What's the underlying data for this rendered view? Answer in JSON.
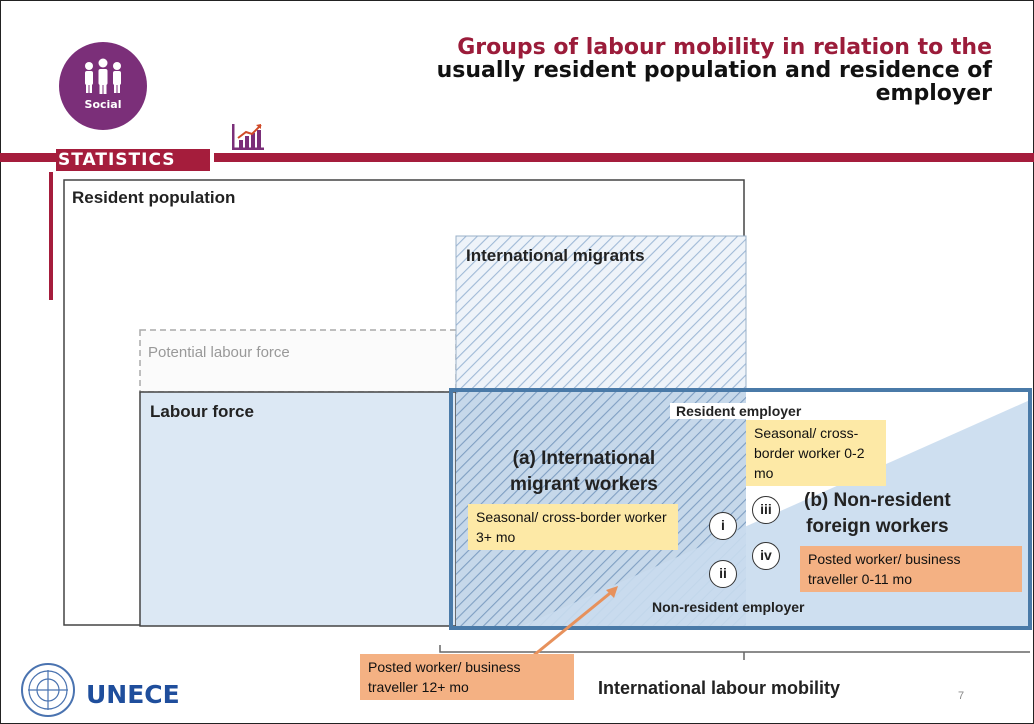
{
  "header": {
    "title_lines": [
      "Groups of labour mobility in relation to the",
      "usually resident population and residence of",
      "employer"
    ],
    "logo_label": "Social",
    "stats_label": "STATISTICS"
  },
  "diagram": {
    "resident_population": "Resident population",
    "international_migrants": "International migrants",
    "potential_labour_force": "Potential labour force",
    "labour_force": "Labour force",
    "resident_employer": "Resident employer",
    "non_resident_employer": "Non-resident employer",
    "migrant_workers": [
      "(a) International",
      "migrant workers"
    ],
    "non_resident_workers": [
      "(b) Non-resident",
      "foreign workers"
    ],
    "romans": [
      "i",
      "ii",
      "iii",
      "iv"
    ],
    "notes": {
      "seasonal_short": "Seasonal/ cross-border worker 0-2 mo",
      "seasonal_long": "Seasonal/ cross-border worker 3+ mo",
      "posted_short": "Posted worker/ business traveller 0-11 mo",
      "posted_long": "Posted worker/ business traveller 12+ mo"
    },
    "international_labour_mobility": "International labour mobility"
  },
  "footer": {
    "org": "UNECE",
    "page": "7"
  },
  "colors": {
    "brand_red": "#a51d3c",
    "logo_purple": "#7b2f79",
    "box_fill": "#dce8f4",
    "blue_border": "#4a7aa8",
    "note_yellow": "#fde9a6",
    "note_orange": "#f4b183"
  }
}
